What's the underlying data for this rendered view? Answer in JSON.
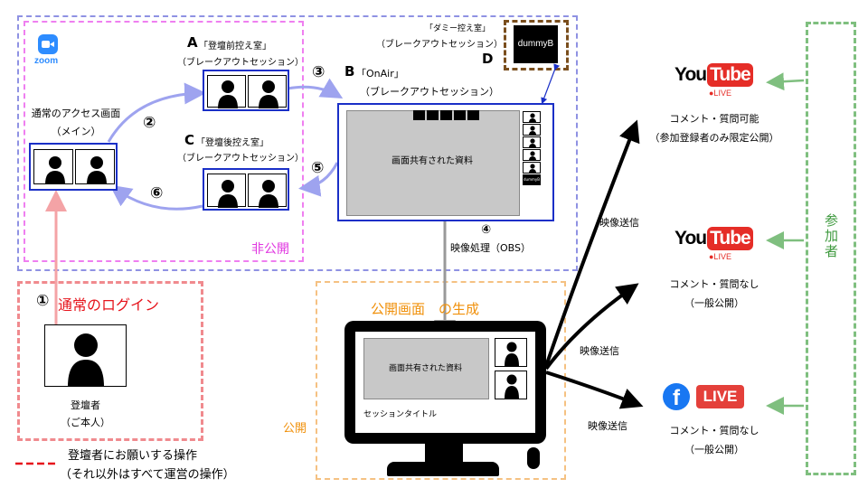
{
  "colors": {
    "zoom_border": "#8f92e3",
    "private_border": "#ef7ff0",
    "private_text": "#e036e0",
    "public_border": "#f5c182",
    "public_text": "#f0900a",
    "login_border": "#f08a8e",
    "login_text": "#e6141c",
    "participant_border": "#7fbf7f",
    "participant_text": "#3f9a3f",
    "room_border": "#1a2fc7",
    "flow_arrow": "#9ea3ef",
    "dummy_border": "#7a4e1d",
    "youtube_red": "#e52d27",
    "facebook_blue": "#1877f2"
  },
  "zoom_logo": {
    "icon": "zoom-camera-icon",
    "text": "zoom"
  },
  "private_label": "非公開",
  "room_a": {
    "letter": "A",
    "title": "「登壇前控え室」",
    "subtitle": "（ブレークアウトセッション）"
  },
  "room_b": {
    "letter": "B",
    "title": "「OnAir」",
    "subtitle": "（ブレークアウトセッション）",
    "content": "画面共有された資料",
    "mini_label": "dummyB"
  },
  "room_c": {
    "letter": "C",
    "title": "「登壇後控え室」",
    "subtitle": "（ブレークアウトセッション）"
  },
  "room_d": {
    "letter": "D",
    "title": "「ダミー控え室」",
    "subtitle": "（ブレークアウトセッション）",
    "tile_label": "dummyB"
  },
  "main_room": {
    "title": "通常のアクセス画面",
    "subtitle": "（メイン）"
  },
  "steps": {
    "s1": "①",
    "s2": "②",
    "s3": "③",
    "s4": "④",
    "s5": "⑤",
    "s6": "⑥",
    "login": "通常のログイン",
    "video_processing": "映像処理（OBS）"
  },
  "speaker": {
    "name": "登壇者",
    "note": "（ご本人）"
  },
  "public_section": {
    "title": "公開画面　の生成",
    "label": "公開"
  },
  "monitor": {
    "content": "画面共有された資料",
    "session_title": "セッションタイトル"
  },
  "transmit_label": "映像送信",
  "outputs": [
    {
      "logo": "youtube-logo",
      "you": "You",
      "tube": "Tube",
      "live": "●LIVE",
      "line1": "コメント・質問可能",
      "line2": "（参加登録者のみ限定公開）"
    },
    {
      "logo": "youtube-logo",
      "you": "You",
      "tube": "Tube",
      "live": "●LIVE",
      "line1": "コメント・質問なし",
      "line2": "（一般公開）"
    },
    {
      "logo": "facebook-live-logo",
      "live": "LIVE",
      "line1": "コメント・質問なし",
      "line2": "（一般公開）"
    }
  ],
  "participant_label": "参加者",
  "legend": {
    "line1": "登壇者にお願いする操作",
    "line2": "（それ以外はすべて運営の操作）"
  }
}
